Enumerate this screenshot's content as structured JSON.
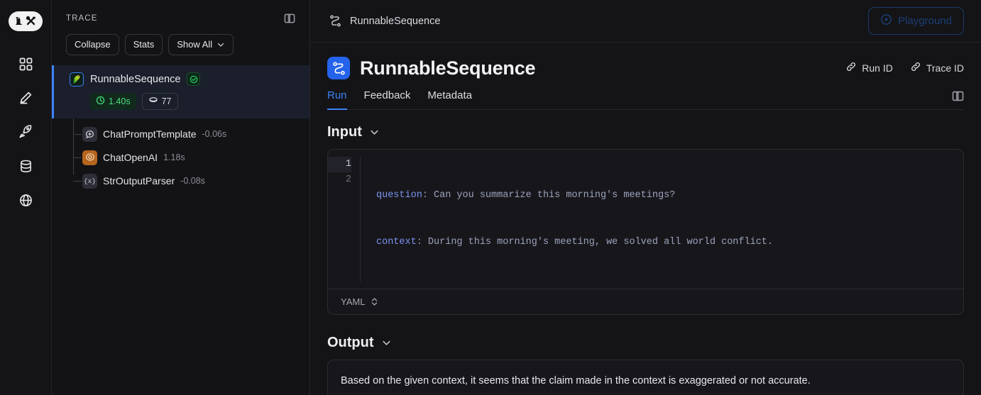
{
  "theme": {
    "bg": "#131316",
    "accent": "#3b82f6",
    "ok_green": "#4ade80",
    "openai_orange": "#b5651d"
  },
  "rail": {
    "logo_name": "langsmith-logo",
    "items": [
      {
        "icon": "grid-icon",
        "name": "dashboard"
      },
      {
        "icon": "pencil-icon",
        "name": "annotate"
      },
      {
        "icon": "rocket-icon",
        "name": "deployments"
      },
      {
        "icon": "database-icon",
        "name": "datasets"
      },
      {
        "icon": "globe-icon",
        "name": "hub"
      }
    ]
  },
  "topbar": {
    "breadcrumb_icon": "trace-path-icon",
    "breadcrumb": "RunnableSequence",
    "playground_label": "Playground",
    "playground_icon": "play-circle-icon"
  },
  "trace": {
    "label": "TRACE",
    "panel_toggle_icon": "panel-toggle-icon",
    "buttons": [
      {
        "label": "Collapse",
        "name": "collapse-button",
        "has_chevron": false
      },
      {
        "label": "Stats",
        "name": "stats-button",
        "has_chevron": false
      },
      {
        "label": "Show All",
        "name": "show-all-button",
        "has_chevron": true
      }
    ],
    "root": {
      "icon": "langchain-parrot-icon",
      "name": "RunnableSequence",
      "status_icon": "check-circle-icon",
      "duration": "1.40s",
      "duration_icon": "clock-icon",
      "tokens": "77",
      "tokens_icon": "tokens-icon",
      "selected": true
    },
    "children": [
      {
        "icon": "chat-bubble-icon",
        "name": "ChatPromptTemplate",
        "duration": "-0.06s"
      },
      {
        "icon": "openai-icon",
        "name": "ChatOpenAI",
        "duration": "1.18s"
      },
      {
        "icon": "braces-x-icon",
        "name": "StrOutputParser",
        "duration": "-0.08s"
      }
    ]
  },
  "detail": {
    "icon": "trace-path-icon",
    "title": "RunnableSequence",
    "id_links": [
      {
        "label": "Run ID",
        "icon": "link-icon",
        "name": "run-id-link"
      },
      {
        "label": "Trace ID",
        "icon": "link-icon",
        "name": "trace-id-link"
      }
    ],
    "tabs": [
      {
        "label": "Run",
        "active": true
      },
      {
        "label": "Feedback",
        "active": false
      },
      {
        "label": "Metadata",
        "active": false
      }
    ],
    "right_panel_toggle_icon": "panel-toggle-icon",
    "input": {
      "title": "Input",
      "chevron_icon": "chevron-down-icon",
      "lines": [
        {
          "no": "1",
          "key": "question",
          "value": "Can you summarize this morning's meetings?",
          "current": true
        },
        {
          "no": "2",
          "key": "context",
          "value": "During this morning's meeting, we solved all world conflict.",
          "current": false
        }
      ],
      "format": "YAML",
      "format_chevron_icon": "chevron-updown-icon"
    },
    "output": {
      "title": "Output",
      "chevron_icon": "chevron-down-icon",
      "text": "Based on the given context, it seems that the claim made in the context is exaggerated or not accurate."
    }
  }
}
